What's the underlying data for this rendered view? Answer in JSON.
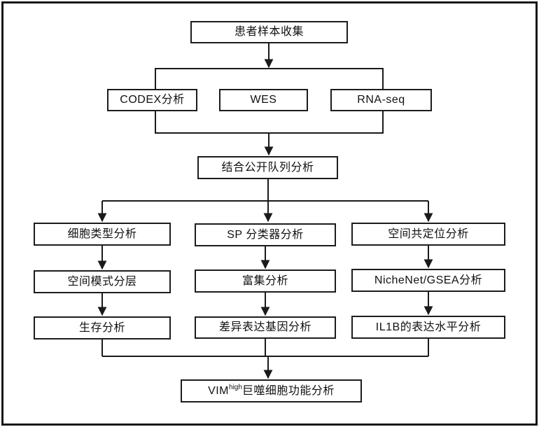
{
  "diagram": {
    "type": "flowchart",
    "ink_color": "#1a1a1a",
    "background_color": "#ffffff",
    "nodes": {
      "patient_sample": {
        "label": "患者样本收集"
      },
      "codex": {
        "label": "CODEX分析"
      },
      "wes": {
        "label": "WES"
      },
      "rna_seq": {
        "label": "RNA-seq"
      },
      "public_cohort": {
        "label": "结合公开队列分析"
      },
      "cell_type": {
        "label": "细胞类型分析"
      },
      "sp_classifier": {
        "label": "SP 分类器分析"
      },
      "spatial_coloc": {
        "label": "空间共定位分析"
      },
      "spatial_pattern": {
        "label": "空间模式分层"
      },
      "enrichment": {
        "label": "富集分析"
      },
      "nichenet_gsea": {
        "label": "NicheNet/GSEA分析"
      },
      "survival": {
        "label": "生存分析"
      },
      "deg": {
        "label": "差异表达基因分析"
      },
      "il1b": {
        "label": "IL1B的表达水平分析"
      },
      "vim_function": {
        "label_prefix": "VIM",
        "label_sup": "high",
        "label_suffix": "巨噬细胞功能分析"
      }
    },
    "edges": [
      "患者样本收集 -> [CODEX分析, WES, RNA-seq]",
      "[CODEX分析, WES, RNA-seq] -> 结合公开队列分析",
      "结合公开队列分析 -> [细胞类型分析, SP 分类器分析, 空间共定位分析]",
      "细胞类型分析 -> 空间模式分层 -> 生存分析",
      "SP 分类器分析 -> 富集分析 -> 差异表达基因分析",
      "空间共定位分析 -> NicheNet/GSEA分析 -> IL1B的表达水平分析",
      "[生存分析, 差异表达基因分析, IL1B的表达水平分析] -> VIMhigh巨噬细胞功能分析"
    ]
  }
}
